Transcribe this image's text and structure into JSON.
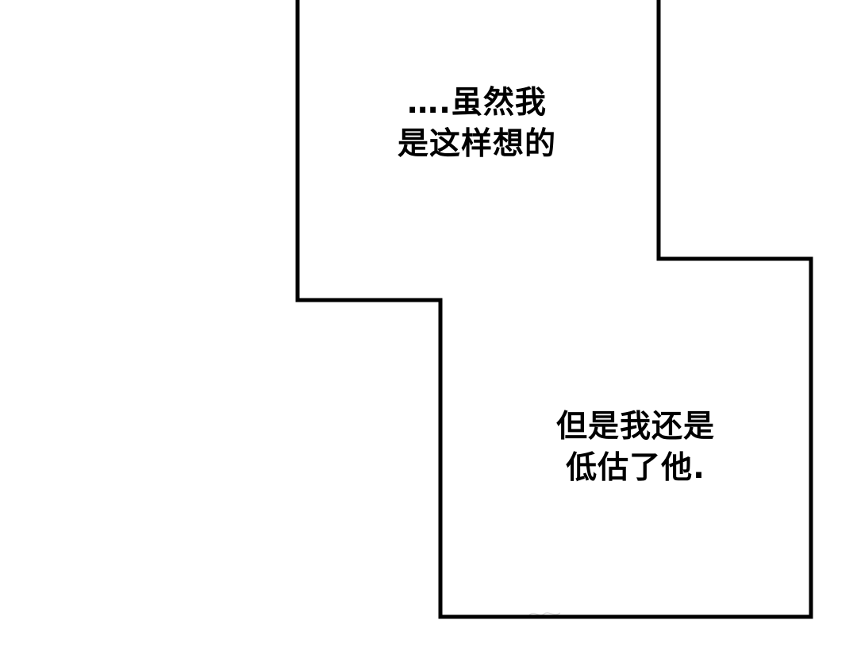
{
  "page": {
    "background_color": "#ffffff",
    "ink_color": "#000000"
  },
  "captions": {
    "top": {
      "line1": "….虽然我",
      "line2": "是这样想的"
    },
    "bottom": {
      "line1": "但是我还是",
      "line2": "低估了他."
    }
  }
}
